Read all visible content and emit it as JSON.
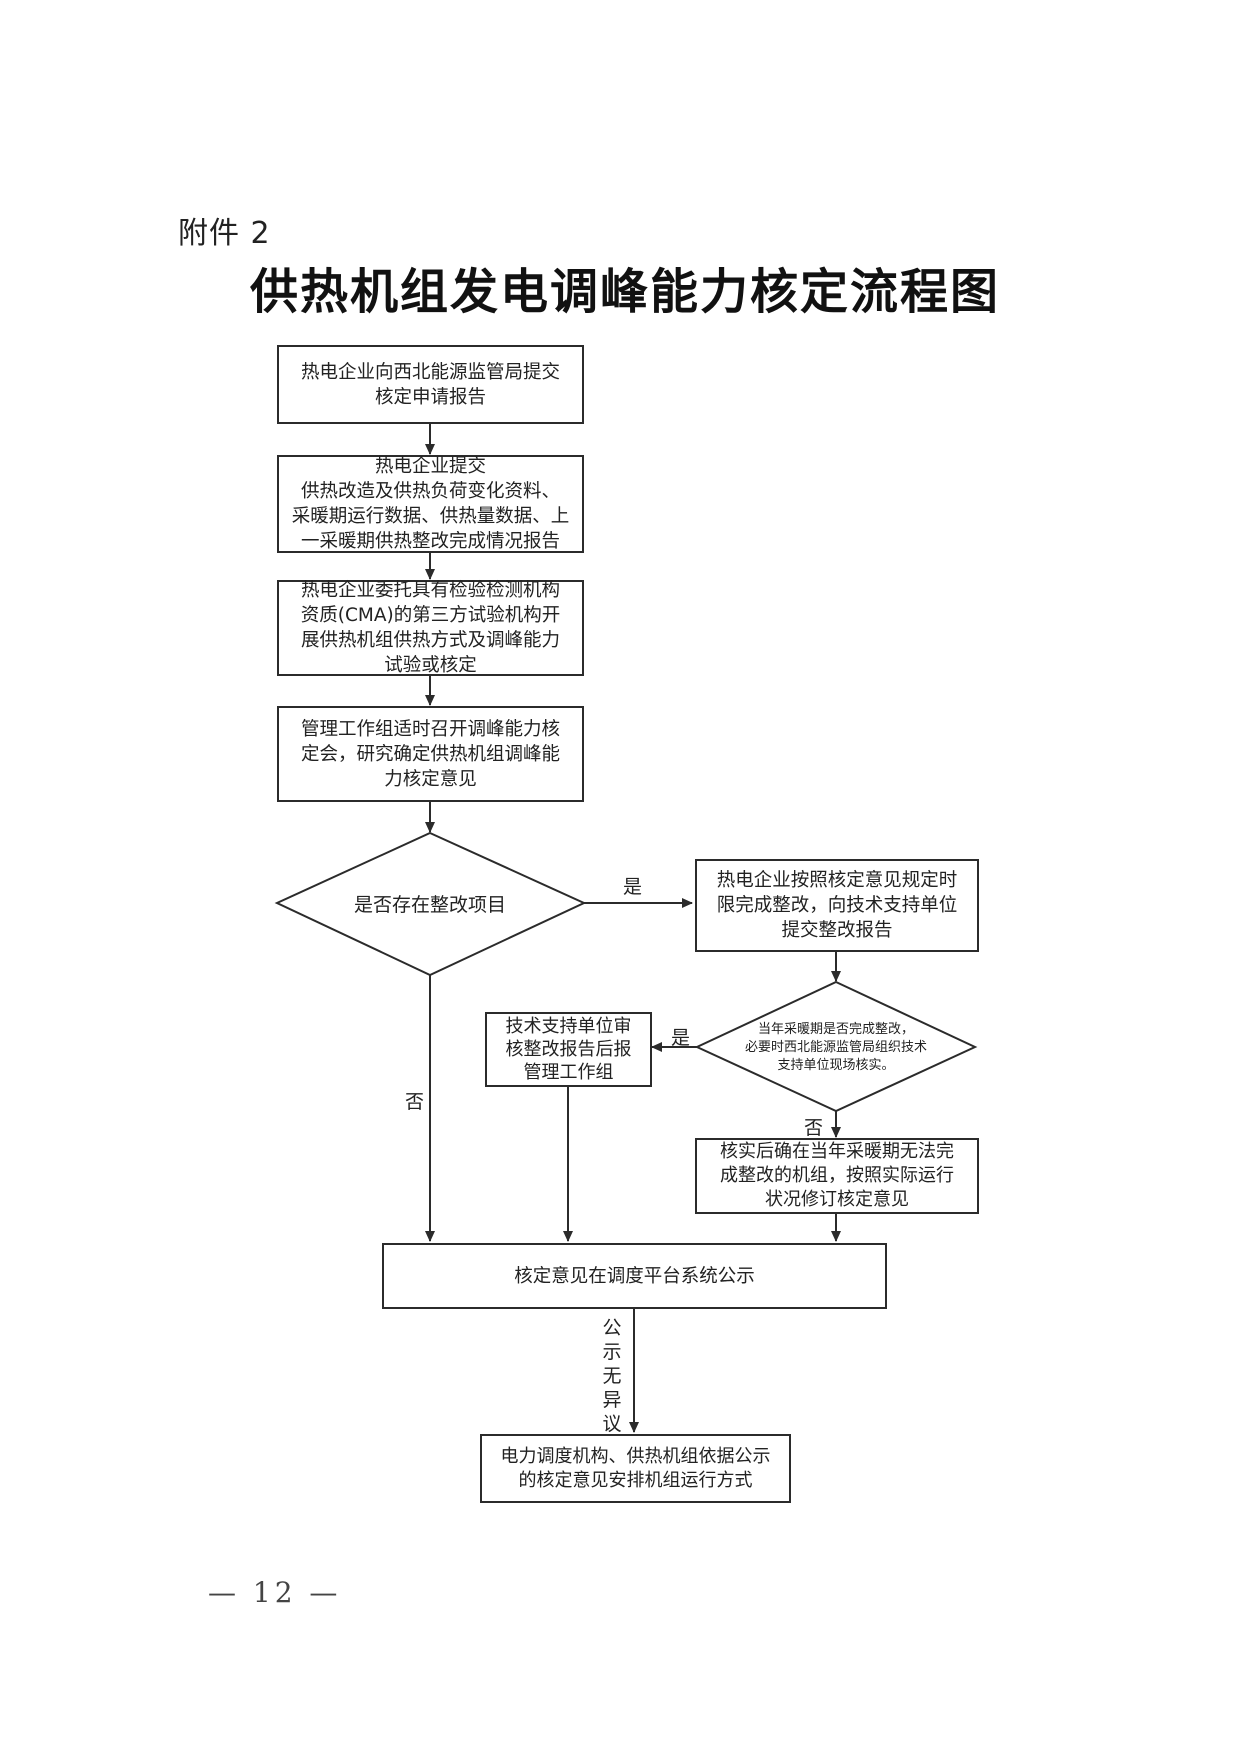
{
  "header": {
    "attachment_label": "附件 2",
    "title": "供热机组发电调峰能力核定流程图"
  },
  "flow": {
    "step1": "热电企业向西北能源监管局提交\n核定申请报告",
    "step2": "热电企业提交\n供热改造及供热负荷变化资料、\n采暖期运行数据、供热量数据、上\n一采暖期供热整改完成情况报告",
    "step3": "热电企业委托具有检验检测机构\n资质(CMA)的第三方试验机构开\n展供热机组供热方式及调峰能力\n试验或核定",
    "step4": "管理工作组适时召开调峰能力核\n定会，研究确定供热机组调峰能\n力核定意见",
    "decision1": "是否存在整改项目",
    "rectify": "热电企业按照核定意见规定时\n限完成整改，向技术支持单位\n提交整改报告",
    "decision2": "当年采暖期是否完成整改，\n必要时西北能源监管局组织技术\n支持单位现场核实。",
    "tech_review": "技术支持单位审\n核整改报告后报\n管理工作组",
    "revise": "核实后确在当年采暖期无法完\n成整改的机组，按照实际运行\n状况修订核定意见",
    "publish": "核定意见在调度平台系统公示",
    "final": "电力调度机构、供热机组依据公示\n的核定意见安排机组运行方式"
  },
  "labels": {
    "yes1": "是",
    "no1": "否",
    "yes2": "是",
    "no2": "否",
    "no_objection": "公\n示\n无\n异\n议"
  },
  "footer": {
    "page_number": "— 12 —"
  }
}
